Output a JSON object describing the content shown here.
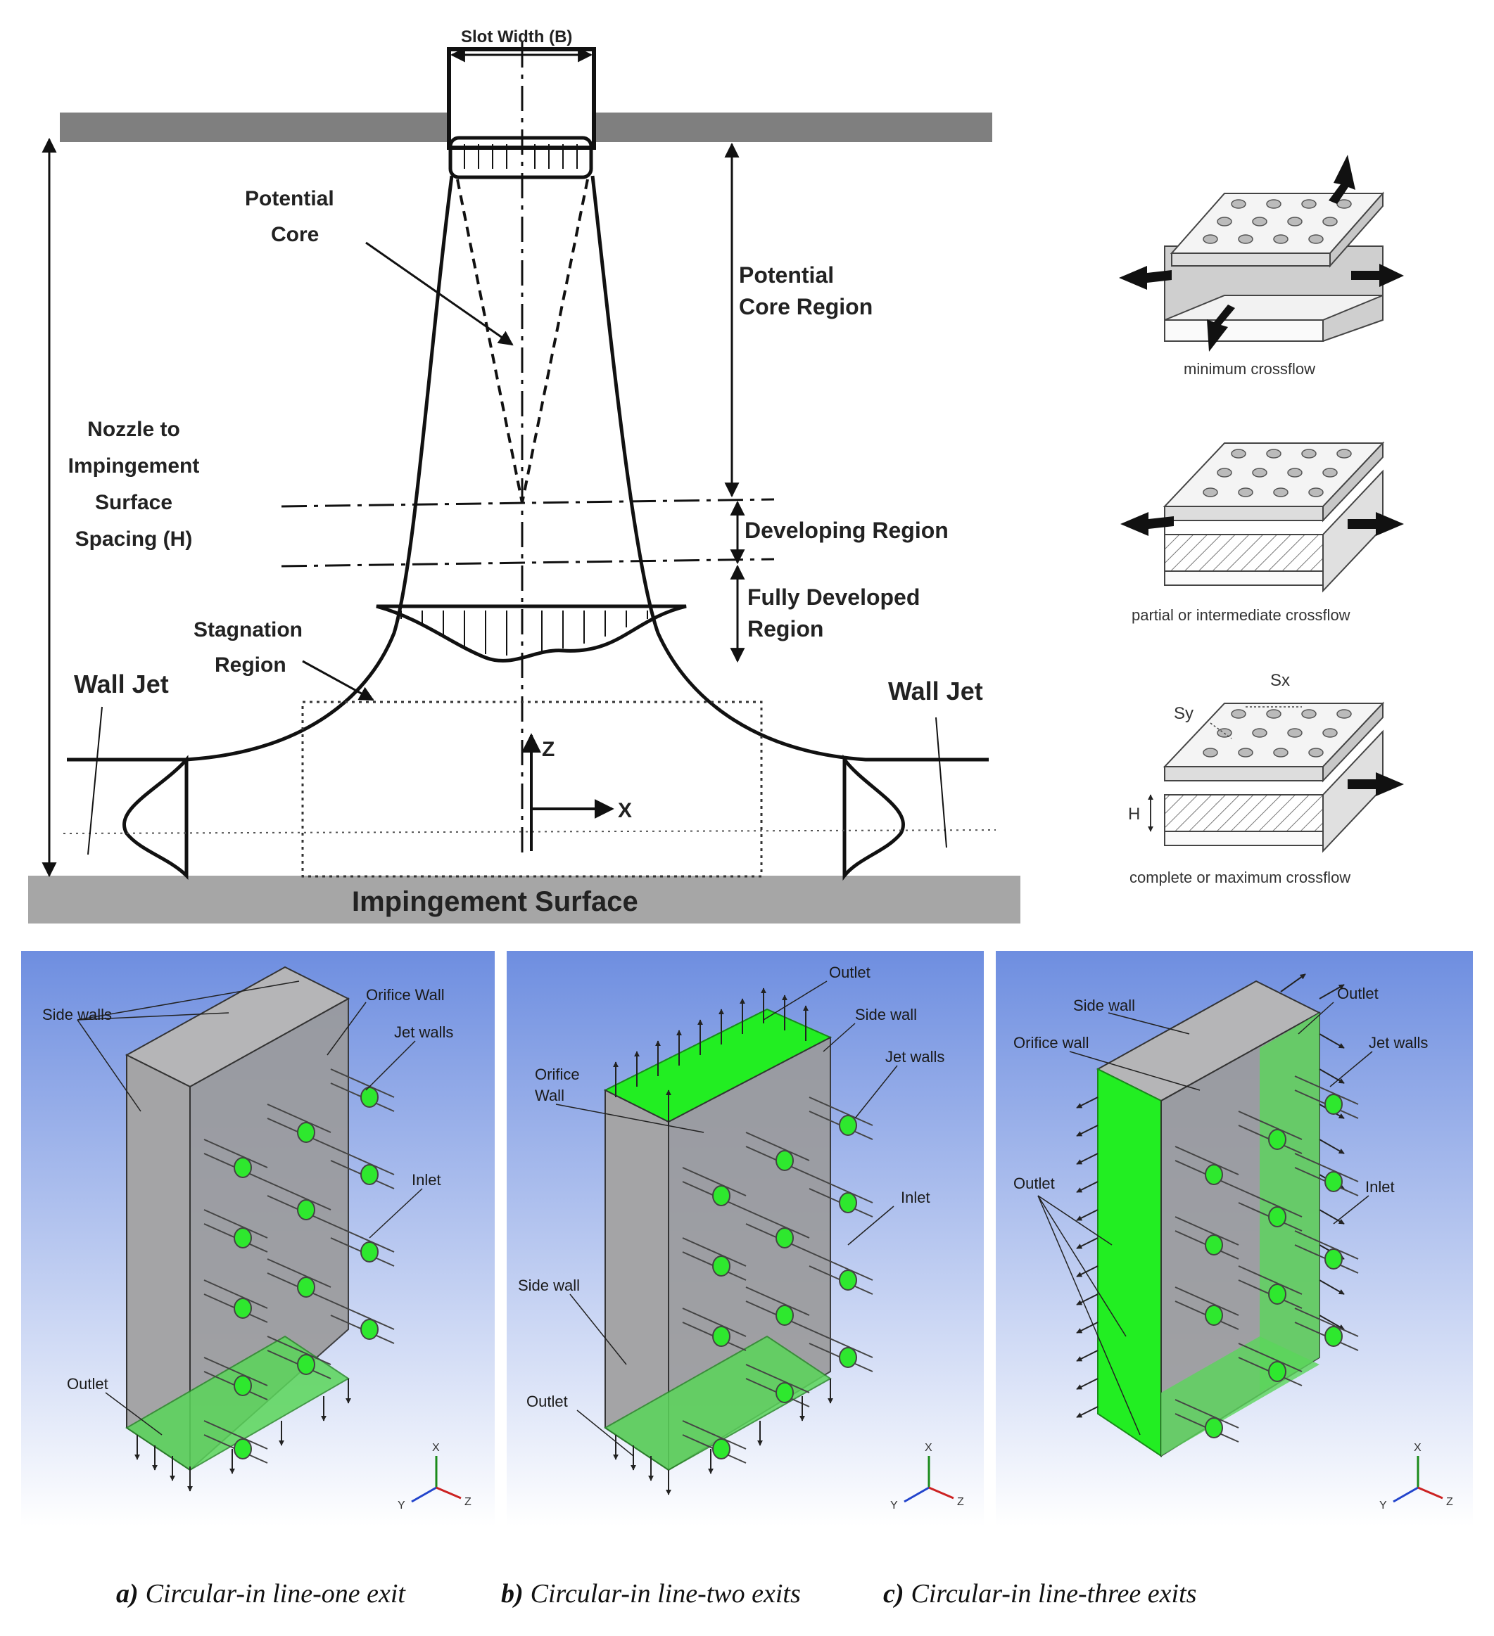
{
  "jet_diagram": {
    "slot_width": "Slot Width (B)",
    "potential_core": [
      "Potential",
      "Core"
    ],
    "potential_core_region": [
      "Potential",
      "Core Region"
    ],
    "nozzle_spacing": [
      "Nozzle to",
      "Impingement",
      "Surface",
      "Spacing (H)"
    ],
    "developing_region": "Developing Region",
    "fully_developed_region": [
      "Fully Developed",
      "Region"
    ],
    "stagnation_region": [
      "Stagnation",
      "Region"
    ],
    "wall_jet_left": "Wall Jet",
    "wall_jet_right": "Wall Jet",
    "axis_z": "Z",
    "axis_x": "X",
    "impingement_surface": "Impingement Surface"
  },
  "crossflow": {
    "minimum": "minimum crossflow",
    "partial": "partial or intermediate crossflow",
    "complete": "complete or maximum crossflow",
    "sx": "Sx",
    "sy": "Sy",
    "h": "H"
  },
  "panels": [
    {
      "labels": {
        "side_walls": "Side walls",
        "orifice_wall": "Orifice Wall",
        "jet_walls": "Jet walls",
        "inlet": "Inlet",
        "outlet": "Outlet"
      },
      "caption_prefix": "a)",
      "caption": "Circular-in line-one exit"
    },
    {
      "labels": {
        "outlet_top": "Outlet",
        "side_wall_top": "Side wall",
        "orifice_wall": [
          "Orifice",
          "Wall"
        ],
        "jet_walls": "Jet walls",
        "inlet": "Inlet",
        "side_wall": "Side wall",
        "outlet": "Outlet"
      },
      "caption_prefix": "b)",
      "caption": "Circular-in line-two exits"
    },
    {
      "labels": {
        "side_wall": "Side wall",
        "outlet_top": "Outlet",
        "orifice_wall": "Orifice wall",
        "jet_walls": "Jet walls",
        "outlet_left": "Outlet",
        "inlet": "Inlet"
      },
      "caption_prefix": "c)",
      "caption": "Circular-in line-three exits"
    }
  ],
  "triad": {
    "x": "X",
    "y": "Y",
    "z": "Z"
  },
  "colors": {
    "panel_top": "#6e8ee0",
    "panel_bottom": "#ffffff",
    "green": "#2ee82e",
    "box": "#a9a9ab",
    "wall": "#8c8c8c"
  }
}
